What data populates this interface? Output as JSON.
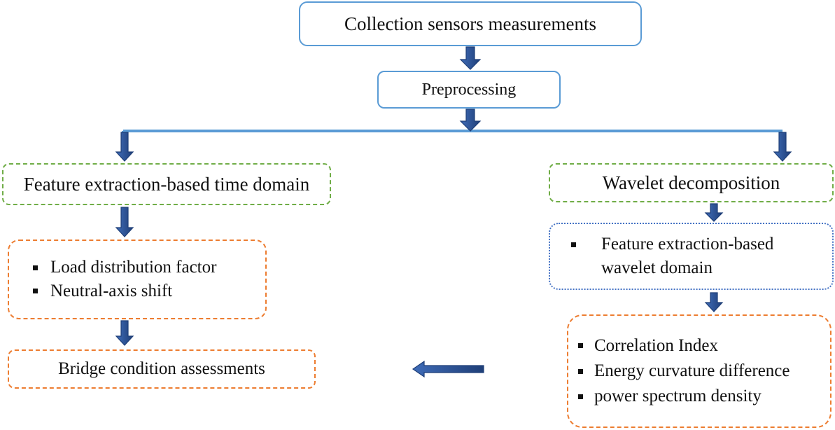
{
  "nodes": {
    "collection": "Collection sensors measurements",
    "preprocessing": "Preprocessing",
    "time_domain": "Feature extraction-based time domain",
    "wavelet": "Wavelet decomposition",
    "time_features": [
      "Load distribution factor",
      "Neutral-axis shift"
    ],
    "wavelet_domain": [
      "Feature extraction-based",
      "wavelet domain"
    ],
    "wavelet_features": [
      "Correlation Index",
      "Energy curvature difference",
      "power spectrum density"
    ],
    "assessment": "Bridge condition assessments"
  },
  "colors": {
    "arrow": "#2f5597",
    "connector": "#5a9bd5",
    "solid_border": "#5a9bd5",
    "green_border": "#70ad47",
    "orange_border": "#ed7d31",
    "dotted_border": "#4472c4"
  }
}
